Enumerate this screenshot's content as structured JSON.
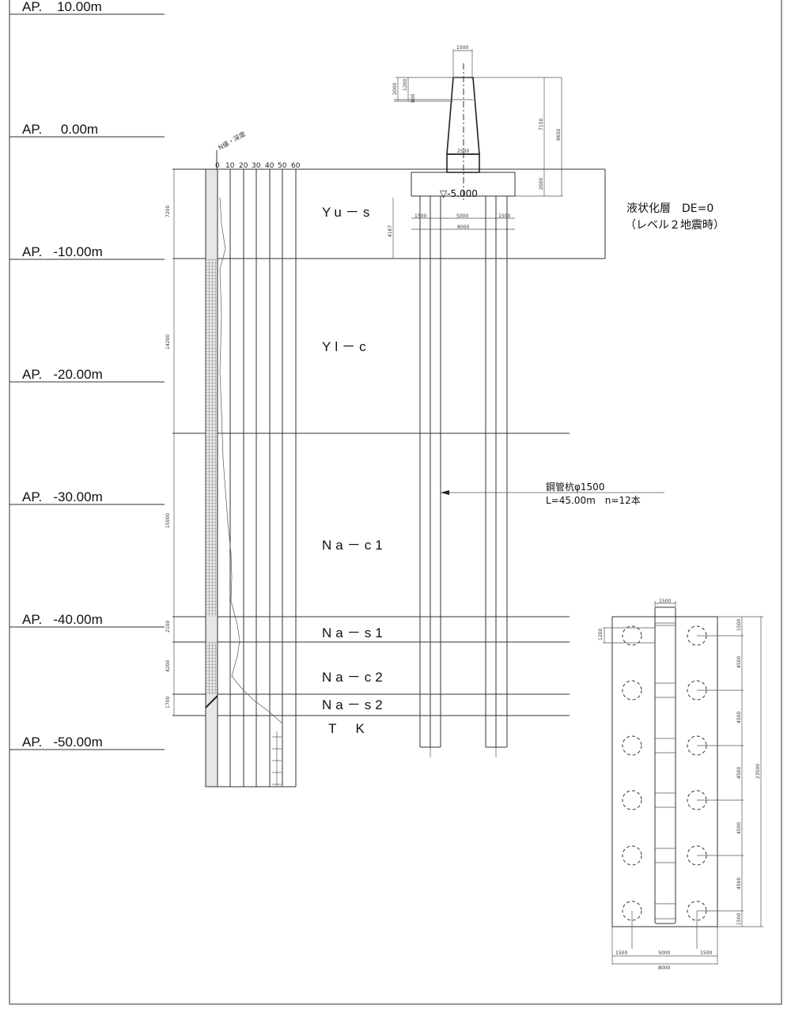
{
  "elevations": [
    "AP.    10.00m",
    "AP.     0.00m",
    "AP.   -10.00m",
    "AP.   -20.00m",
    "AP.   -30.00m",
    "AP.   -40.00m",
    "AP.   -50.00m"
  ],
  "layers": [
    "Yu－s",
    "Yl－c",
    "Na－c1",
    "Na－s1",
    "Na－c2",
    "Na－s2",
    "T  K"
  ],
  "boring": {
    "header": "N値・深度",
    "ticks": [
      "0",
      "10",
      "20",
      "30",
      "40",
      "50",
      "60"
    ],
    "layer_thickness": [
      "7200",
      "14200",
      "15000",
      "2100",
      "4200",
      "1700"
    ]
  },
  "pier": {
    "top_width": "1500",
    "dims_left": [
      "2000",
      "1200",
      "800"
    ],
    "height": "7150",
    "total_height": "9650",
    "base_width": "2500",
    "footing_height": "2000",
    "footing_level": "▽-5.000",
    "footing_widths": [
      "1500",
      "5000",
      "1500"
    ],
    "footing_total": "8000",
    "embed": "4167"
  },
  "liquefaction": {
    "line1": "液状化層　DE=0",
    "line2": "（レベル２地震時）"
  },
  "pile_note": {
    "line1": "鋼管杭φ1500",
    "line2": "L=45.00m　n=12本"
  },
  "plan": {
    "top_width": "1500",
    "edge": "1200",
    "right_dims": [
      "1500",
      "4500",
      "4500",
      "4500",
      "4500",
      "4500",
      "1500"
    ],
    "total_length": "23500",
    "bottom_dims": [
      "1500",
      "5000",
      "1500"
    ],
    "total_width": "8000"
  }
}
